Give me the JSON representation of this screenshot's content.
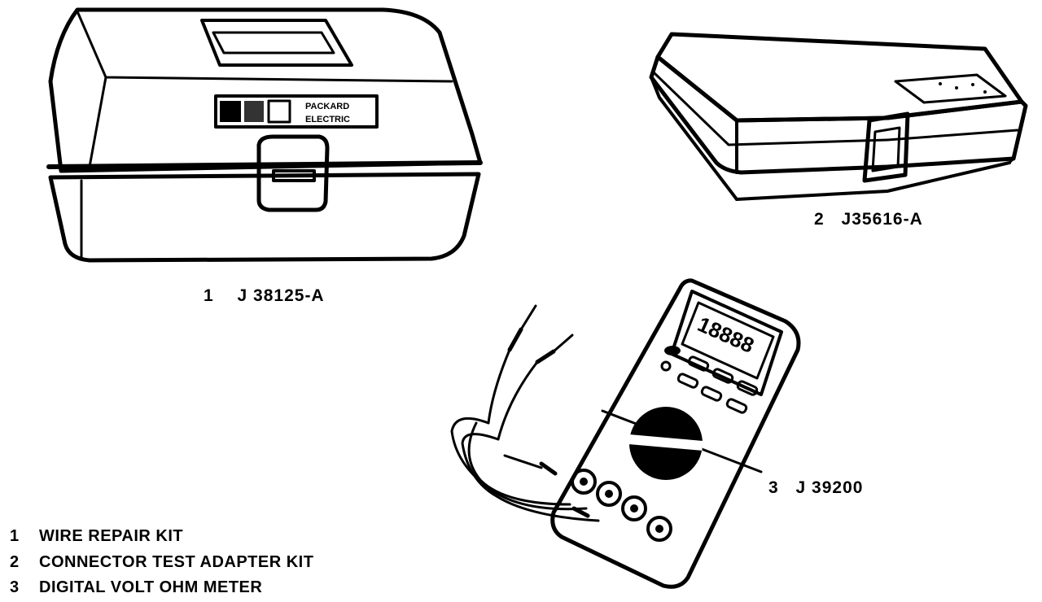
{
  "figure": {
    "items": [
      {
        "number": "1",
        "part_number": "J 38125-A",
        "description": "WIRE REPAIR KIT"
      },
      {
        "number": "2",
        "part_number": "J35616-A",
        "description": "CONNECTOR TEST ADAPTER KIT"
      },
      {
        "number": "3",
        "part_number": "J 39200",
        "description": "DIGITAL VOLT OHM METER"
      }
    ],
    "toolbox_brand_line1": "PACKARD",
    "toolbox_brand_line2": "ELECTRIC",
    "meter_display": "18888"
  }
}
